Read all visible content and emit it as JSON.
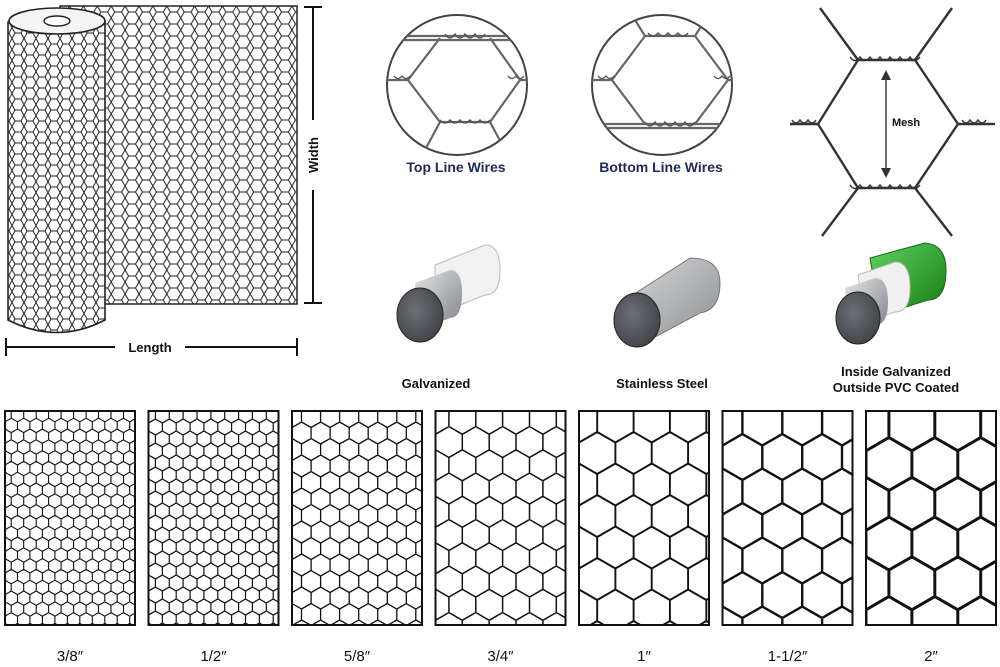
{
  "roll": {
    "width_label": "Width",
    "length_label": "Length"
  },
  "wire_details": {
    "top_line": "Top Line Wires",
    "bottom_line": "Bottom Line Wires",
    "mesh_label": "Mesh"
  },
  "materials": [
    {
      "line1": "Galvanized",
      "line2": "",
      "finish": "galvanized",
      "color": "#9aa0a6"
    },
    {
      "line1": "Stainless Steel",
      "line2": "",
      "finish": "stainless",
      "color": "#b9bcc0"
    },
    {
      "line1": "Inside Galvanized",
      "line2": "Outside PVC Coated",
      "finish": "pvc",
      "color": "#2aa82a"
    }
  ],
  "mesh_sizes": [
    {
      "label": "3/8″",
      "inches": 0.375
    },
    {
      "label": "1/2″",
      "inches": 0.5
    },
    {
      "label": "5/8″",
      "inches": 0.625
    },
    {
      "label": "3/4″",
      "inches": 0.75
    },
    {
      "label": "1″",
      "inches": 1
    },
    {
      "label": "1-1/2″",
      "inches": 1.5
    },
    {
      "label": "2″",
      "inches": 2
    }
  ]
}
